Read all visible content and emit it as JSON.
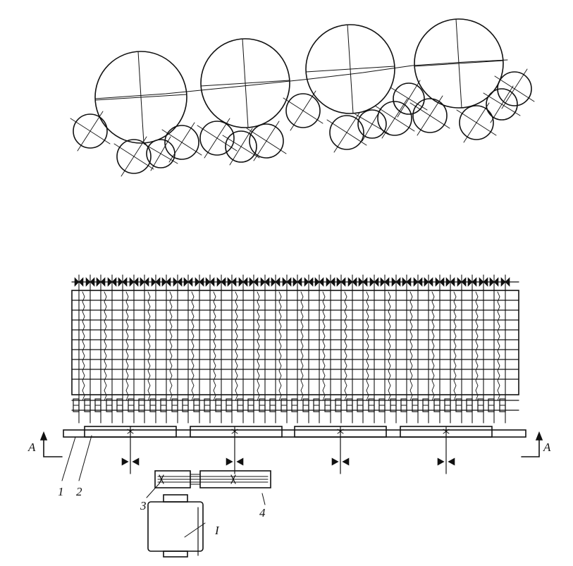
{
  "labels": {
    "section_left": "A",
    "section_right": "A",
    "callout_1": "1",
    "callout_2": "2",
    "callout_3": "3",
    "callout_4": "4",
    "motor": "I"
  },
  "colors": {
    "ink": "#111111",
    "paper": "#ffffff"
  },
  "legend_items": []
}
